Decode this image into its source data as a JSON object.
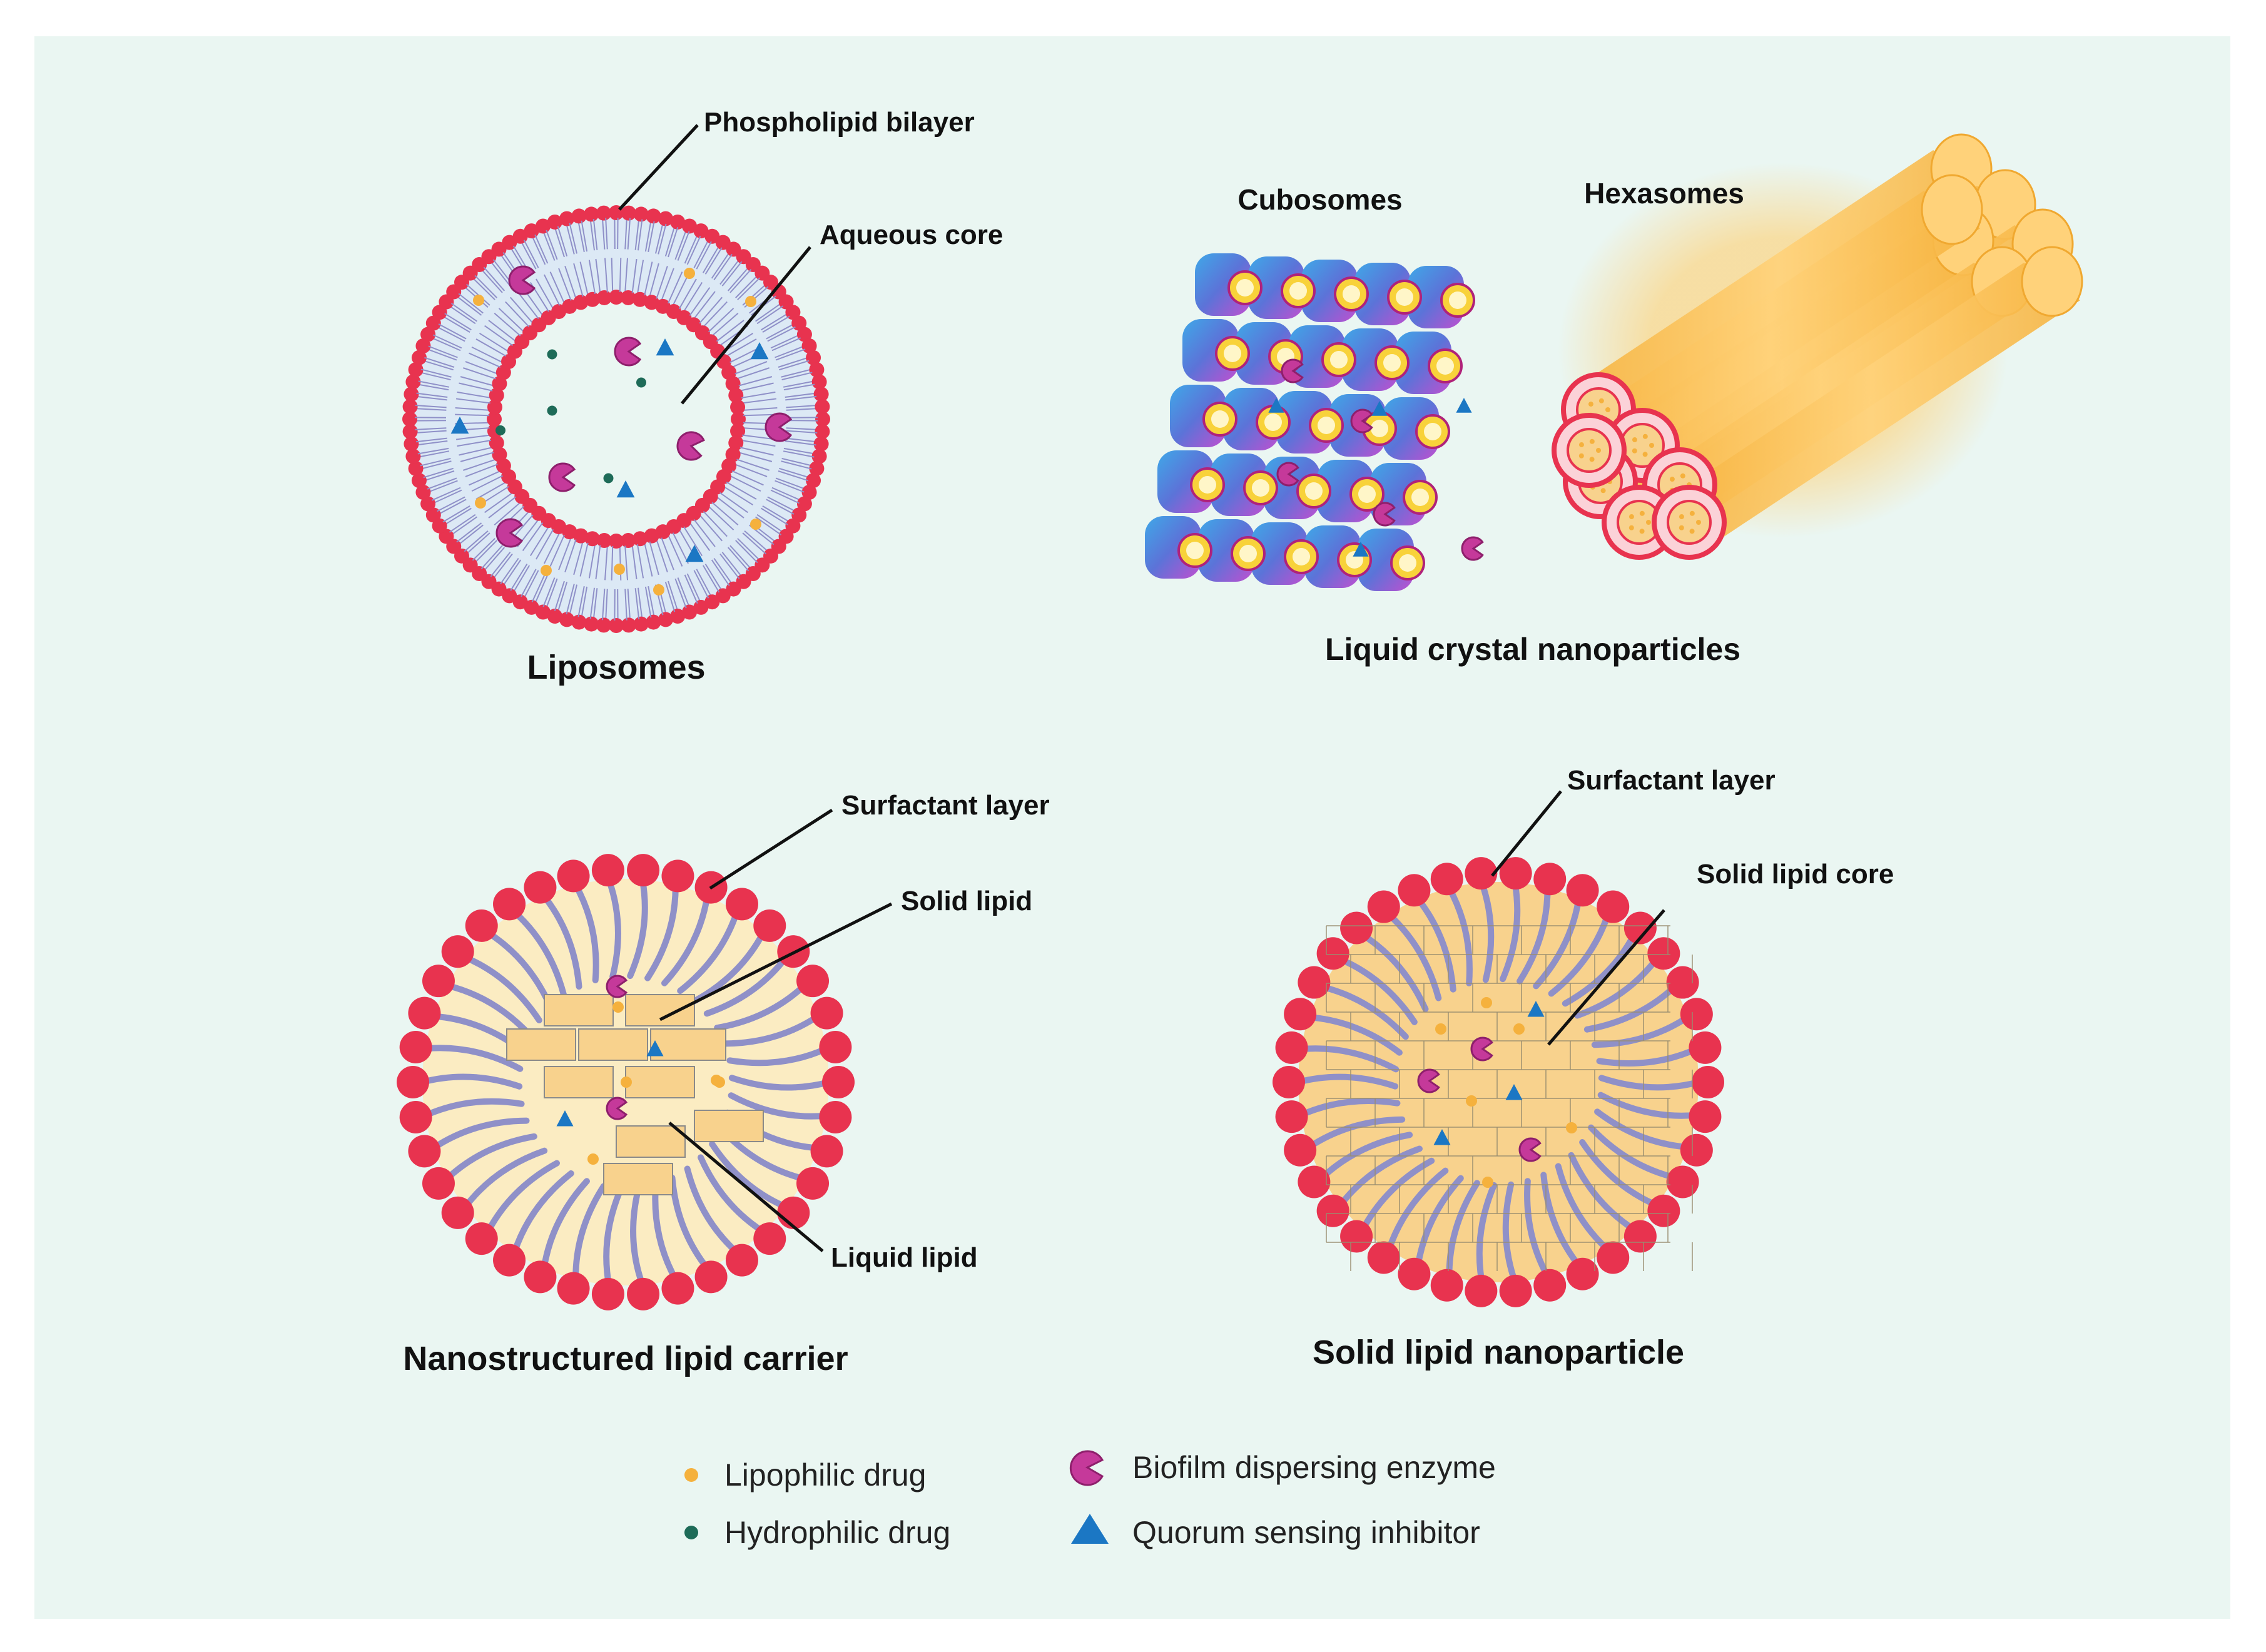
{
  "panels": {
    "liposome": {
      "title": "Liposomes",
      "labels": {
        "bilayer": "Phospholipid bilayer",
        "core": "Aqueous core"
      }
    },
    "lcn": {
      "title": "Liquid crystal nanoparticles",
      "labels": {
        "cubosomes": "Cubosomes",
        "hexasomes": "Hexasomes"
      }
    },
    "nlc": {
      "title": "Nanostructured lipid carrier",
      "labels": {
        "surfactant": "Surfactant layer",
        "solid": "Solid lipid",
        "liquid": "Liquid lipid"
      }
    },
    "sln": {
      "title": "Solid lipid nanoparticle",
      "labels": {
        "surfactant": "Surfactant layer",
        "core": "Solid lipid core"
      }
    }
  },
  "legend": {
    "lipophilic": "Lipophilic drug",
    "hydrophilic": "Hydrophilic drug",
    "enzyme": "Biofilm dispersing enzyme",
    "qsi": "Quorum sensing inhibitor"
  },
  "colors": {
    "background": "#eaf6f2",
    "head": "#e8334f",
    "tail": "#8f90c8",
    "lipophilic": "#f5b13d",
    "hydrophilic": "#1e6b58",
    "enzyme": "#c5399a",
    "qsi": "#1b77c4",
    "lipid_fill": "#f8d28d",
    "core_fill": "#fbecc2"
  },
  "icons": [
    "lipophilic-drug-icon",
    "hydrophilic-drug-icon",
    "enzyme-icon",
    "quorum-inhibitor-icon"
  ]
}
